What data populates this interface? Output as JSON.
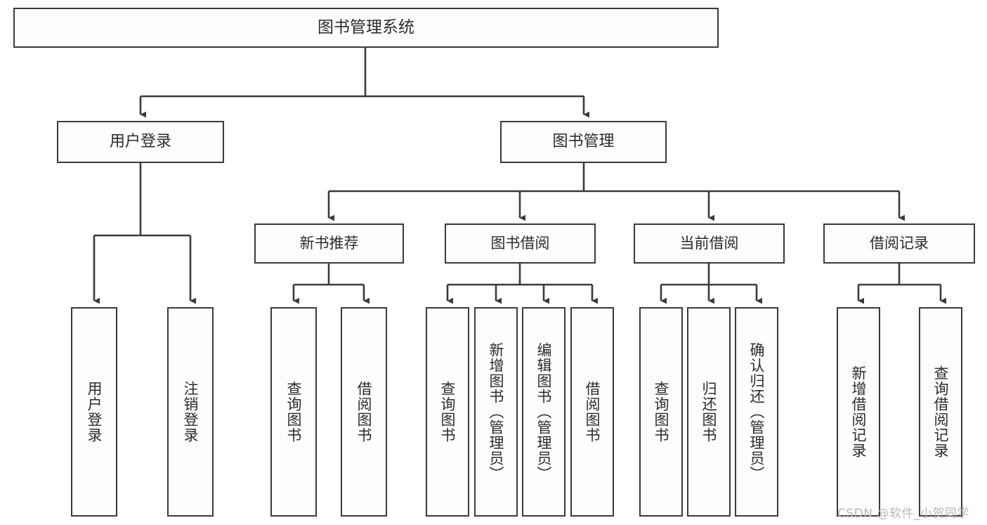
{
  "diagram": {
    "title": "图书管理系统",
    "type": "functional-structure-tree",
    "root": {
      "id": "root",
      "label": "图书管理系统"
    },
    "level2": [
      {
        "id": "user-login",
        "label": "用户登录"
      },
      {
        "id": "book-manage",
        "label": "图书管理"
      }
    ],
    "level3": [
      {
        "id": "new-book-recommend",
        "label": "新书推荐",
        "parent": "book-manage"
      },
      {
        "id": "book-borrow",
        "label": "图书借阅",
        "parent": "book-manage"
      },
      {
        "id": "current-borrow",
        "label": "当前借阅",
        "parent": "book-manage"
      },
      {
        "id": "borrow-record",
        "label": "借阅记录",
        "parent": "book-manage"
      }
    ],
    "leaves": [
      {
        "id": "leaf-user-login",
        "label": "用户登录",
        "parent": "user-login"
      },
      {
        "id": "leaf-logout",
        "label": "注销登录",
        "parent": "user-login"
      },
      {
        "id": "leaf-query-book-1",
        "label": "查询图书",
        "parent": "new-book-recommend"
      },
      {
        "id": "leaf-borrow-book-1",
        "label": "借阅图书",
        "parent": "new-book-recommend"
      },
      {
        "id": "leaf-query-book-2",
        "label": "查询图书",
        "parent": "book-borrow"
      },
      {
        "id": "leaf-add-book",
        "label": "新增图书（管理员）",
        "parent": "book-borrow"
      },
      {
        "id": "leaf-edit-book",
        "label": "编辑图书（管理员）",
        "parent": "book-borrow"
      },
      {
        "id": "leaf-borrow-book-2",
        "label": "借阅图书",
        "parent": "book-borrow"
      },
      {
        "id": "leaf-query-book-3",
        "label": "查询图书",
        "parent": "current-borrow"
      },
      {
        "id": "leaf-return-book",
        "label": "归还图书",
        "parent": "current-borrow"
      },
      {
        "id": "leaf-confirm-return",
        "label": "确认归还（管理员）",
        "parent": "current-borrow"
      },
      {
        "id": "leaf-add-record",
        "label": "新增借阅记录",
        "parent": "borrow-record"
      },
      {
        "id": "leaf-query-record",
        "label": "查询借阅记录",
        "parent": "borrow-record"
      }
    ],
    "colors": {
      "border": "#3a3a3a",
      "node_background": "#fdfdfd",
      "canvas_background": "#ffffff",
      "text": "#2b2b2b",
      "watermark": "#b9b9b9"
    }
  },
  "watermark": {
    "text": "CSDN @软件_小贺同学"
  }
}
